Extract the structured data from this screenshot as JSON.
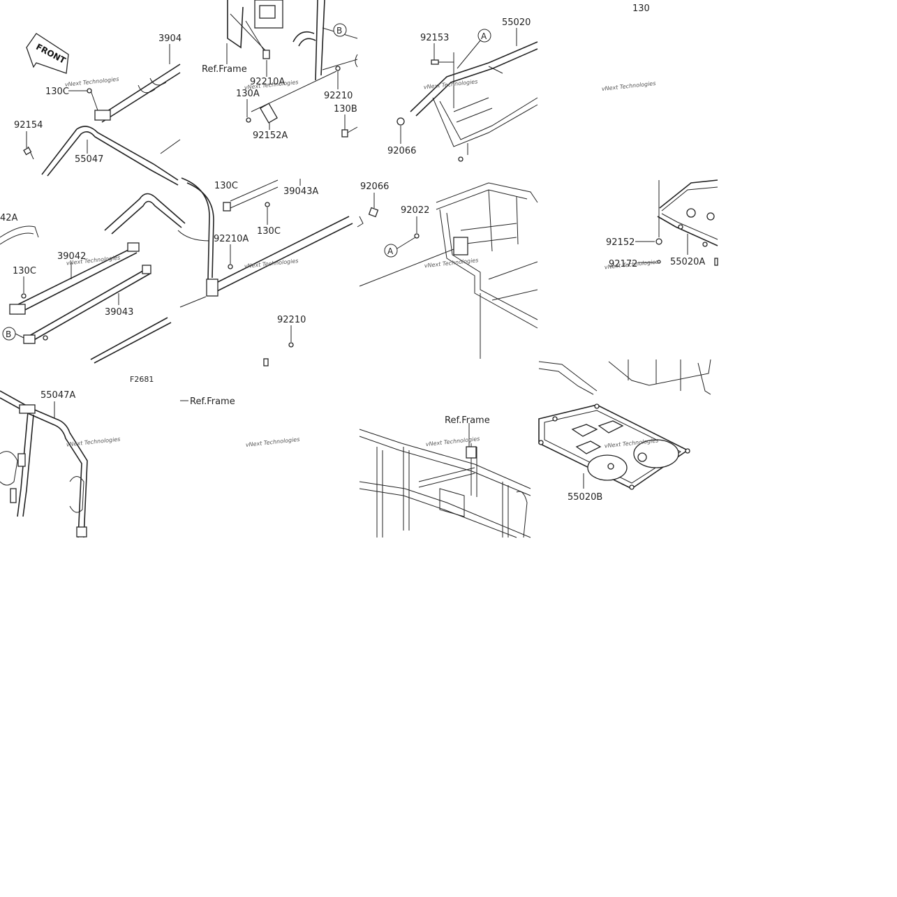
{
  "diagram": {
    "figure_code": "F2681",
    "front_label": "FRONT",
    "watermark": "vNext Technologies",
    "callouts": {
      "a": "A",
      "b": "B"
    },
    "labels": {
      "p3904": "3904",
      "p130c_a": "130C",
      "p92154": "92154",
      "p55047": "55047",
      "p42a": "42A",
      "p39042": "39042",
      "p130c_b": "130C",
      "p39043": "39043",
      "ref_frame_1": "Ref.Frame",
      "p92210a_a": "92210A",
      "p130a": "130A",
      "p92210_a": "92210",
      "p130b": "130B",
      "p92152a": "92152A",
      "p130c_c": "130C",
      "p39043a": "39043A",
      "p130c_d": "130C",
      "p92210a_b": "92210A",
      "p92210_b": "92210",
      "p92153": "92153",
      "p55020": "55020",
      "p92066_a": "92066",
      "p92066_b": "92066",
      "p92022": "92022",
      "p130_top": "130",
      "p92152": "92152",
      "p92172": "92172",
      "p55020a": "55020A",
      "p55047a": "55047A",
      "ref_frame_2": "Ref.Frame",
      "ref_frame_3": "Ref.Frame",
      "p55020b": "55020B"
    }
  }
}
